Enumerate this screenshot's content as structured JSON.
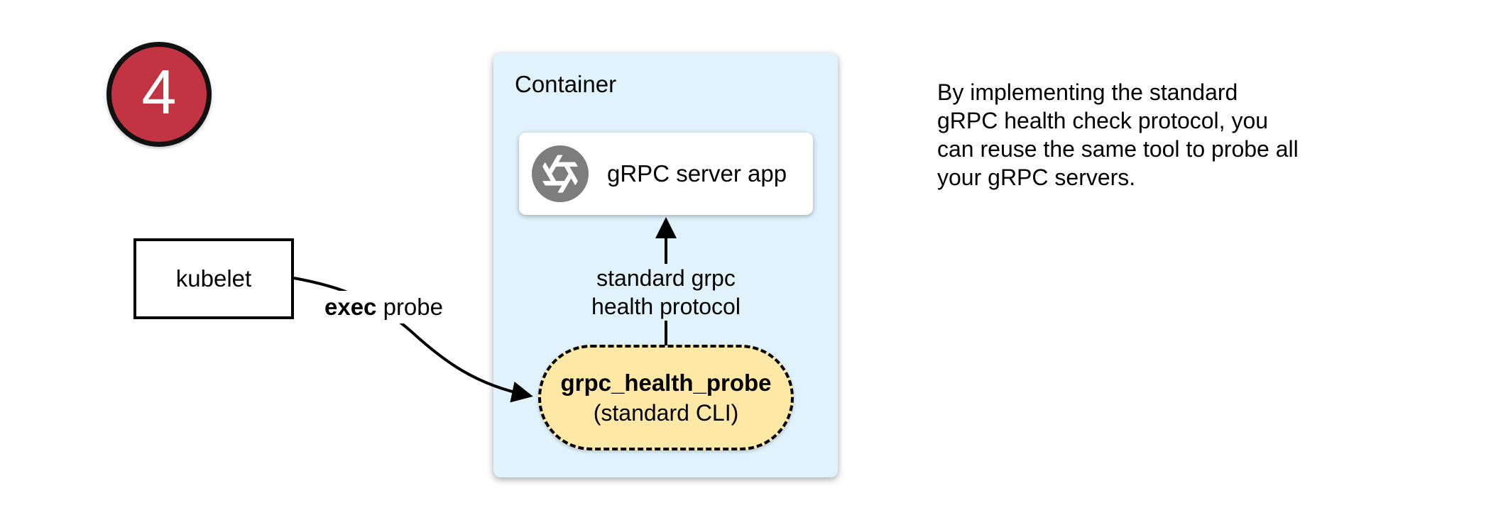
{
  "colors": {
    "background": "#FFFFFF",
    "container_fill": "#E0F2FC",
    "probe_fill": "#FDE8A6",
    "badge_fill": "#C23442",
    "icon_gray": "#7D7D7D",
    "line_color": "#000000"
  },
  "step_badge": {
    "number": "4"
  },
  "kubelet": {
    "label": "kubelet"
  },
  "exec_probe_label": {
    "bold": "exec",
    "rest": " probe"
  },
  "container": {
    "title": "Container",
    "server_app": {
      "label": "gRPC server app",
      "icon": "aperture-icon"
    },
    "health_probe": {
      "name": "grpc_health_probe",
      "subtitle": "(standard CLI)"
    },
    "protocol_label": {
      "line1": "standard grpc",
      "line2": "health protocol"
    }
  },
  "note": {
    "lines": [
      "By implementing the standard",
      "gRPC health check protocol, you",
      "can reuse the same tool to probe all",
      "your gRPC servers."
    ]
  }
}
